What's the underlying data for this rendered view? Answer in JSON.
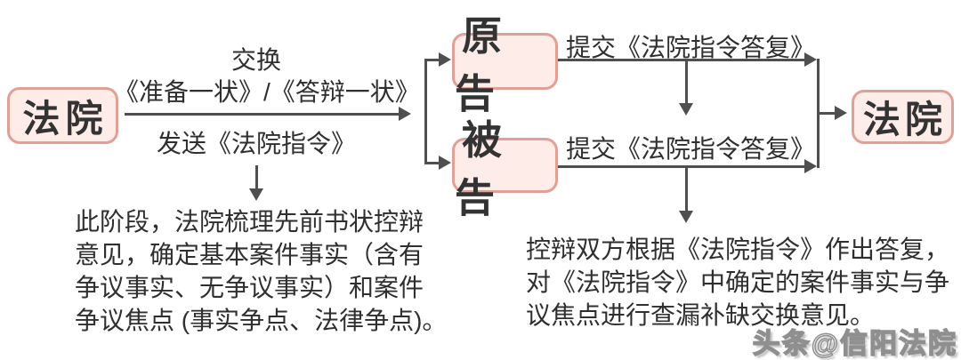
{
  "diagram": {
    "nodes": {
      "court_left": "法院",
      "plaintiff": "原告",
      "defendant": "被告",
      "court_right": "法院"
    },
    "edge_labels": {
      "exchange": "交换",
      "briefs": "《准备一状》/《答辩一状》",
      "send_directive": "发送《法院指令》",
      "submit_reply_top": "提交《法院指令答复》",
      "submit_reply_bottom": "提交《法院指令答复》"
    },
    "notes": {
      "stage_note": "此阶段，法院梳理先前书状控辩\n意见，确定基本案件事实（含有\n争议事实、无争议事实）和案件\n争议焦点 (事实争点、法律争点)。",
      "reply_note": "控辩双方根据《法院指令》作出答复，\n对《法院指令》中确定的案件事实与争\n议焦点进行查漏补缺交换意见。"
    },
    "watermark": "头条@信阳法院",
    "colors": {
      "node_fill": "#fdece8",
      "node_border": "#e0a096",
      "line": "#4f4f4f",
      "text": "#2f2f2f"
    }
  }
}
